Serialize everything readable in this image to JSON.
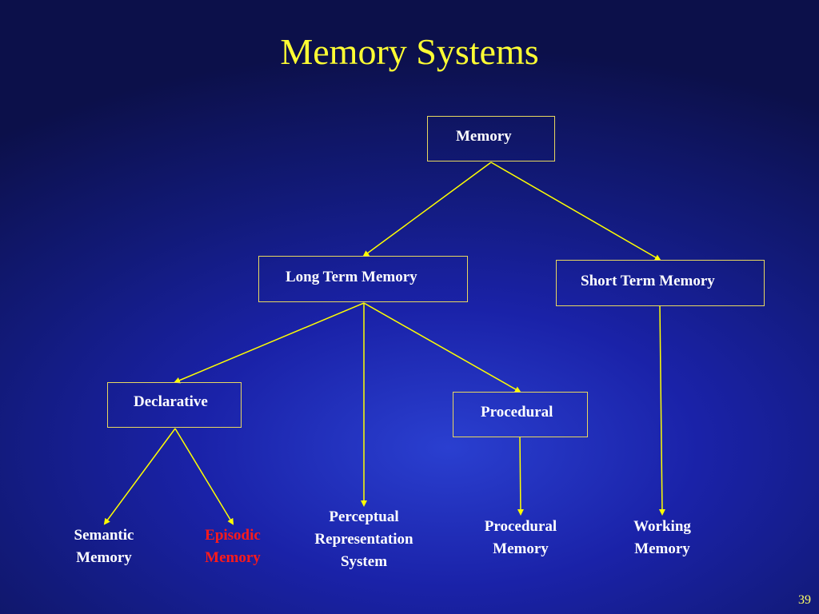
{
  "slide": {
    "title": "Memory Systems",
    "page_number": "39"
  },
  "nodes": {
    "memory": "Memory",
    "long_term": "Long Term Memory",
    "short_term": "Short Term Memory",
    "declarative": "Declarative",
    "procedural": "Procedural"
  },
  "leaves": {
    "semantic": [
      "Semantic",
      "Memory"
    ],
    "episodic": [
      "Episodic",
      "Memory"
    ],
    "perceptual": [
      "Perceptual",
      "Representation",
      "System"
    ],
    "procedural_memory": [
      "Procedural",
      "Memory"
    ],
    "working": [
      "Working",
      "Memory"
    ]
  },
  "colors": {
    "title": "#ffff33",
    "lines": "#ffff00",
    "box_border": "#e8d860",
    "text": "#ffffff",
    "highlight": "#ff1a1a"
  }
}
